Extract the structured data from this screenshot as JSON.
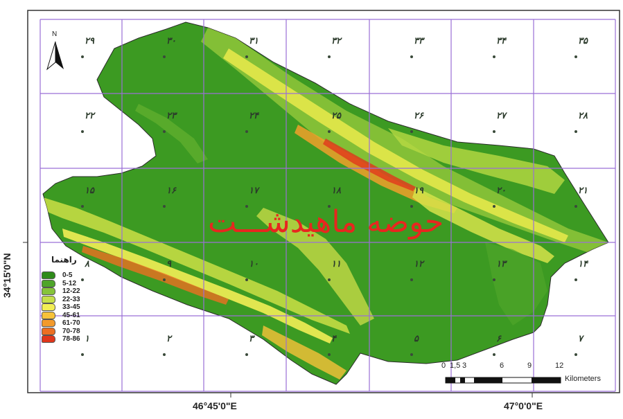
{
  "map": {
    "title": "حوضه ماهیدشـــت",
    "north_label": "N",
    "longitude_labels": [
      "46°45'0\"E",
      "47°0'0\"E"
    ],
    "latitude_label": "34°15'0\"N",
    "grid_numbers": [
      [
        "۲۹",
        "۳۰",
        "۳۱",
        "۳۲",
        "۳۳",
        "۳۴",
        "۳۵"
      ],
      [
        "۲۲",
        "۲۳",
        "۲۴",
        "۲۵",
        "۲۶",
        "۲۷",
        "۲۸"
      ],
      [
        "۱۵",
        "۱۶",
        "۱۷",
        "۱۸",
        "۱۹",
        "۲۰",
        "۲۱"
      ],
      [
        "۸",
        "۹",
        "۱۰",
        "۱۱",
        "۱۲",
        "۱۳",
        "۱۴"
      ],
      [
        "۱",
        "۲",
        "۳",
        "۴",
        "۵",
        "۶",
        "۷"
      ]
    ]
  },
  "legend": {
    "title": "راهنما",
    "classes": [
      {
        "label": "0-5",
        "color": "#2e8b1a"
      },
      {
        "label": "5-12",
        "color": "#4ea52a"
      },
      {
        "label": "12-22",
        "color": "#86c43a"
      },
      {
        "label": "22-33",
        "color": "#c6e04a"
      },
      {
        "label": "33-45",
        "color": "#f2ee55"
      },
      {
        "label": "45-61",
        "color": "#f7c23a"
      },
      {
        "label": "61-70",
        "color": "#f29a2c"
      },
      {
        "label": "70-78",
        "color": "#ec6f22"
      },
      {
        "label": "78-86",
        "color": "#e0361b"
      }
    ]
  },
  "scale": {
    "ticks": [
      "0",
      "1,5",
      "3",
      "6",
      "9",
      "12"
    ],
    "units": "Kilometers"
  }
}
